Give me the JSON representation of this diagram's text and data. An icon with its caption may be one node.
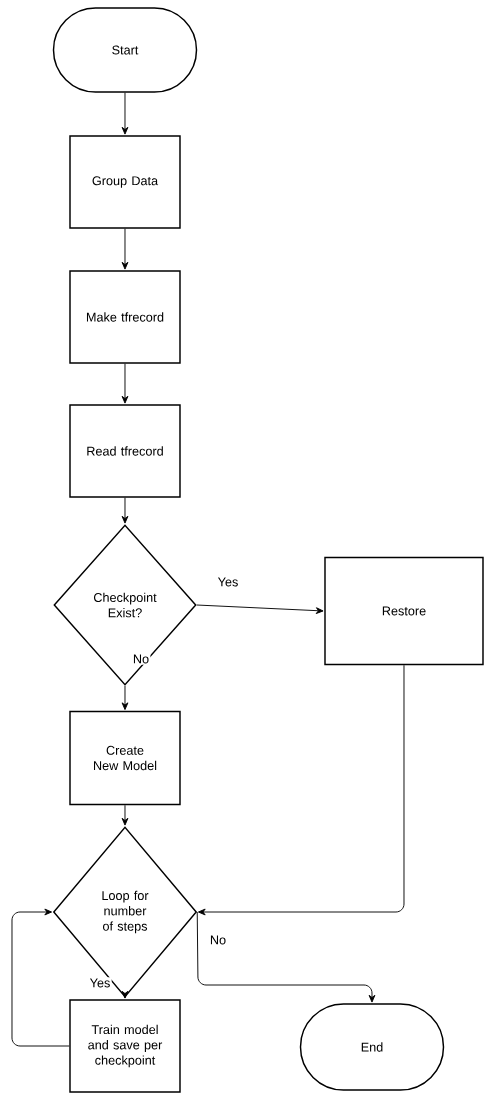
{
  "diagram": {
    "nodes": [
      {
        "text": [
          "Start"
        ]
      },
      {
        "text": [
          "Group Data"
        ]
      },
      {
        "text": [
          "Make tfrecord"
        ]
      },
      {
        "text": [
          "Read tfrecord"
        ]
      },
      {
        "text": [
          "Checkpoint Exist?"
        ]
      },
      {
        "text": [
          "Restore"
        ]
      },
      {
        "text": [
          "Create New Model"
        ]
      },
      {
        "text": [
          "Loop for number of steps"
        ]
      },
      {
        "text": [
          "Train model and save per checkpoint"
        ]
      },
      {
        "text": [
          "End"
        ]
      }
    ],
    "edges": [
      {
        "from": 0,
        "to": 1,
        "arrow": "to"
      },
      {
        "from": 1,
        "to": 2,
        "arrow": "to"
      },
      {
        "from": 2,
        "to": 3,
        "arrow": "to"
      },
      {
        "from": 3,
        "to": 4,
        "arrow": "to"
      },
      {
        "from": 4,
        "to": 5,
        "arrow": "to",
        "label": "Yes"
      },
      {
        "from": 4,
        "to": 6,
        "arrow": "to",
        "label": "No"
      },
      {
        "from": 6,
        "to": 7,
        "arrow": "to"
      },
      {
        "from": 5,
        "to": 7,
        "arrow": "to"
      },
      {
        "from": 7,
        "to": 8,
        "arrow": "to",
        "label": "Yes"
      },
      {
        "from": 8,
        "to": 7,
        "arrow": "to"
      },
      {
        "from": 7,
        "to": 9,
        "arrow": "to",
        "label": "No"
      }
    ]
  }
}
